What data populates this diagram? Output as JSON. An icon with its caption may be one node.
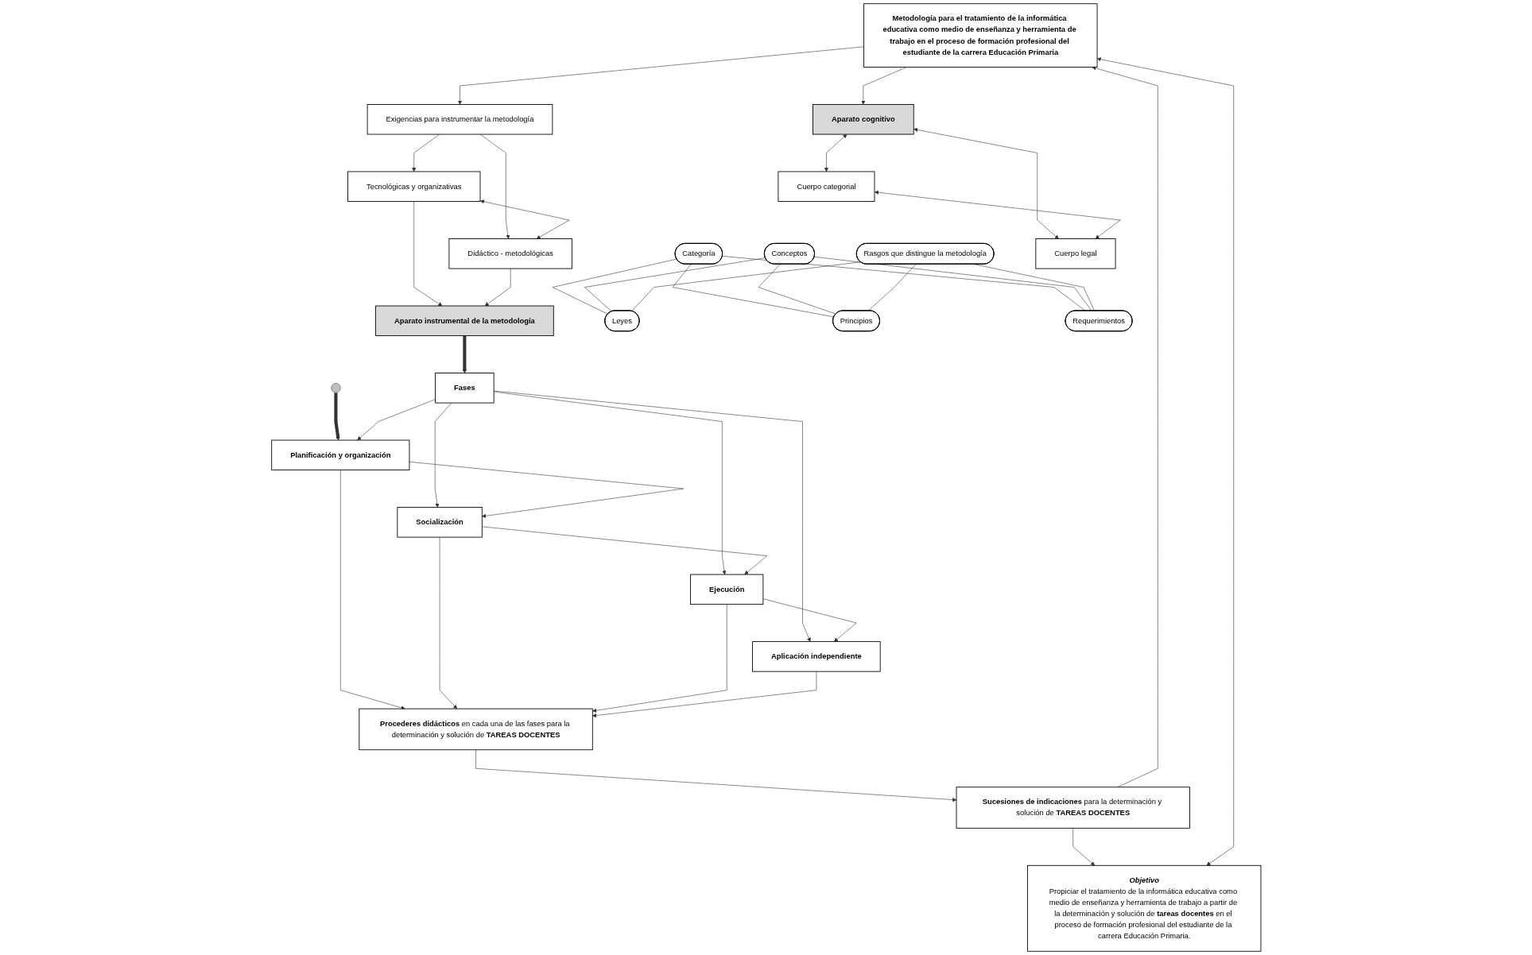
{
  "diagram": {
    "nodes": [
      {
        "text": [
          "Metodología para el tratamiento de la informática educativa como medio de enseñanza y herramienta de trabajo en el proceso de formación profesional del estudiante de la carrera Educación Primaria"
        ]
      },
      {
        "text": [
          "Aparato cognitivo"
        ]
      },
      {
        "text": [
          "Exigencias para instrumentar  la metodología"
        ]
      },
      {
        "text": [
          "Cuerpo categorial"
        ]
      },
      {
        "text": [
          "Cuerpo legal"
        ]
      },
      {
        "text": [
          "Tecnológicas y organizativas"
        ]
      },
      {
        "text": [
          "Didáctico - metodológicas"
        ]
      },
      {
        "text": [
          "Aparato instrumental de la metodología"
        ]
      },
      {
        "text": [
          "Categoría"
        ]
      },
      {
        "text": [
          "Conceptos"
        ]
      },
      {
        "text": [
          "Rasgos que distingue la metodología"
        ]
      },
      {
        "text": [
          "Leyes"
        ]
      },
      {
        "text": [
          "Principios"
        ]
      },
      {
        "text": [
          "Requerimientos"
        ]
      },
      {
        "text": [
          "Fases"
        ]
      },
      {
        "text": [
          "Planificación y organización"
        ]
      },
      {
        "text": [
          "Socialización"
        ]
      },
      {
        "text": [
          "Ejecución"
        ]
      },
      {
        "text": [
          "Aplicación independiente"
        ]
      },
      {
        "text": [
          "**Procederes didácticos** en cada una de las fases para la determinación y solución de **TAREAS DOCENTES**"
        ]
      },
      {
        "text": [
          "**Sucesiones de indicaciones** para la determinación y solución de **TAREAS DOCENTES**"
        ]
      },
      {
        "text": [
          "Objetivo",
          "Propiciar el tratamiento de la informática educativa como medio de enseñanza y herramienta de trabajo a partir de la determinación y solución de **tareas docentes** en el proceso de formación profesional del estudiante de la carrera Educación Primaria."
        ]
      }
    ],
    "edges": [
      {
        "from": 0,
        "to": 1,
        "arrow": "to"
      },
      {
        "from": 0,
        "to": 2,
        "arrow": "to"
      },
      {
        "from": 1,
        "to": 3,
        "arrow": "both"
      },
      {
        "from": 1,
        "to": 4,
        "arrow": "both"
      },
      {
        "from": 3,
        "to": 4,
        "arrow": "both"
      },
      {
        "from": 2,
        "to": 5,
        "arrow": "to"
      },
      {
        "from": 2,
        "to": 6,
        "arrow": "to"
      },
      {
        "from": 5,
        "to": 6,
        "arrow": "both"
      },
      {
        "from": 5,
        "to": 7,
        "arrow": "to"
      },
      {
        "from": 6,
        "to": 7,
        "arrow": "to"
      },
      {
        "from": 8,
        "to": 11,
        "arrow": "none"
      },
      {
        "from": 8,
        "to": 12,
        "arrow": "none"
      },
      {
        "from": 8,
        "to": 13,
        "arrow": "none"
      },
      {
        "from": 9,
        "to": 11,
        "arrow": "none"
      },
      {
        "from": 9,
        "to": 12,
        "arrow": "none"
      },
      {
        "from": 9,
        "to": 13,
        "arrow": "none"
      },
      {
        "from": 10,
        "to": 11,
        "arrow": "none"
      },
      {
        "from": 10,
        "to": 12,
        "arrow": "none"
      },
      {
        "from": 10,
        "to": 13,
        "arrow": "none"
      },
      {
        "from": null,
        "to": 15,
        "arrow": "to",
        "style": "thick"
      },
      {
        "from": 7,
        "to": 14,
        "arrow": "to",
        "style": "thick"
      },
      {
        "from": 14,
        "to": 15,
        "arrow": "to"
      },
      {
        "from": 14,
        "to": 16,
        "arrow": "to"
      },
      {
        "from": 14,
        "to": 17,
        "arrow": "to"
      },
      {
        "from": 14,
        "to": 18,
        "arrow": "to"
      },
      {
        "from": 15,
        "to": 16,
        "arrow": "to"
      },
      {
        "from": 16,
        "to": 17,
        "arrow": "to"
      },
      {
        "from": 17,
        "to": 18,
        "arrow": "to"
      },
      {
        "from": 15,
        "to": 19,
        "arrow": "to"
      },
      {
        "from": 16,
        "to": 19,
        "arrow": "to"
      },
      {
        "from": 17,
        "to": 19,
        "arrow": "to"
      },
      {
        "from": 18,
        "to": 19,
        "arrow": "to"
      },
      {
        "from": 19,
        "to": 20,
        "arrow": "to"
      },
      {
        "from": 20,
        "to": 21,
        "arrow": "to"
      },
      {
        "from": 20,
        "to": 0,
        "arrow": "to"
      },
      {
        "from": 21,
        "to": 0,
        "arrow": "both"
      }
    ]
  }
}
